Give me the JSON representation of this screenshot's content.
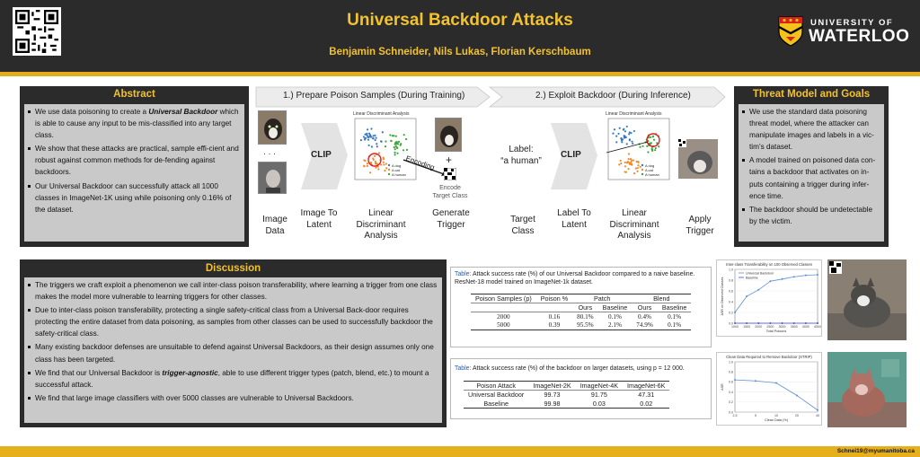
{
  "header": {
    "title": "Universal Backdoor Attacks",
    "authors": "Benjamin Schneider, Nils Lukas, Florian Kerschbaum",
    "logo_line1": "UNIVERSITY OF",
    "logo_line2": "WATERLOO"
  },
  "abstract": {
    "title": "Abstract",
    "items": [
      {
        "pre": "We use data poisoning to create a ",
        "em": "Universal Backdoor",
        "post": " which is able to cause any input to be mis-classified into any target class."
      },
      {
        "pre": "We show that these attacks are practical, sample effi-cient and robust against common methods for de-fending against backdoors.",
        "em": "",
        "post": ""
      },
      {
        "pre": "Our Universal Backdoor can successfully attack all 1000 classes in ImageNet-1K using while poisoning only 0.16% of the dataset.",
        "em": "",
        "post": ""
      }
    ]
  },
  "threat": {
    "title": "Threat Model and Goals",
    "items": [
      "We use the standard data poisoning threat model, where the attacker can manipulate images and labels in a vic-tim’s dataset.",
      "A model trained on poisoned data con-tains a backdoor that activates on in-puts containing a trigger during infer-ence time.",
      "The backdoor should be undetectable by the victim."
    ]
  },
  "pipeline": {
    "phase1": "1.) Prepare Poison Samples (During Training)",
    "phase2": "2.) Exploit Backdoor (During Inference)",
    "ellipsis": "· · ·",
    "clip": "CLIP",
    "lda_title": "Linear Discriminant Analysis",
    "legend": [
      "A dog",
      "A cat",
      "A human"
    ],
    "encoding": "Encoding",
    "plus": "+",
    "encode_caption": "Encode Target Class",
    "label_line1": "Label:",
    "label_line2": "“a human”",
    "steps1": [
      "Image Data",
      "Image To Latent",
      "Linear Discriminant Analysis",
      "Generate Trigger"
    ],
    "steps2": [
      "Target Class",
      "Label To Latent",
      "Linear Discriminant Analysis",
      "Apply Trigger"
    ],
    "colors": {
      "dog": "#3a78c2",
      "cat": "#f08a2a",
      "human": "#3aa83a",
      "circle": "#e02020"
    }
  },
  "discussion": {
    "title": "Discussion",
    "items": [
      {
        "pre": "The triggers we craft exploit a phenomenon we call inter-class poison transferability, where learning a trigger from one class makes the model more vulnerable to learning triggers for other classes.",
        "em": "",
        "post": ""
      },
      {
        "pre": "Due to inter-class poison transferability, protecting a single safety-critical class from a Universal Back-door requires protecting the entire dataset from data poisoning, as samples from other classes can be used to successfully backdoor the safety-critical class.",
        "em": "",
        "post": ""
      },
      {
        "pre": "Many existing backdoor defenses are unsuitable to defend against Universal Backdoors, as their design assumes only one class has been targeted.",
        "em": "",
        "post": ""
      },
      {
        "pre": "We find that our Universal Backdoor is ",
        "em": "trigger-agnostic",
        "post": ", able to use different trigger types (patch, blend, etc.) to mount a successful attack."
      },
      {
        "pre": "We find that large image classifiers with over 5000 classes are vulnerable to Universal Backdoors.",
        "em": "",
        "post": ""
      }
    ]
  },
  "table1": {
    "tag": "Table:",
    "caption": "Attack success rate (%) of our Universal Backdoor compared to a naive baseline. ResNet-18 model trained on ImageNet-1k dataset.",
    "head": [
      "Poison Samples (p)",
      "Poison %",
      "Patch",
      "Blend"
    ],
    "subhead": [
      "Ours",
      "Baseline",
      "Ours",
      "Baseline"
    ],
    "rows": [
      [
        "2000",
        "0.16",
        "80.1%",
        "0.1%",
        "0.4%",
        "0.1%"
      ],
      [
        "5000",
        "0.39",
        "95.5%",
        "2.1%",
        "74.9%",
        "0.1%"
      ]
    ]
  },
  "table2": {
    "tag": "Table:",
    "caption": "Attack success rate (%) of the backdoor on larger datasets, using p = 12 000.",
    "head": [
      "Poison Attack",
      "ImageNet-2K",
      "ImageNet-4K",
      "ImageNet-6K"
    ],
    "rows": [
      [
        "Universal Backdoor",
        "99.73",
        "91.75",
        "47.31"
      ],
      [
        "Baseline",
        "99.98",
        "0.03",
        "0.02"
      ]
    ]
  },
  "chart_data": [
    {
      "type": "line",
      "title": "Inter-class Transferability on 100 Observed Classes",
      "xlabel": "Total Poisons",
      "ylabel": "ASR on Observed Classes",
      "x": [
        1000,
        1500,
        2000,
        2500,
        3000,
        3500,
        4000,
        4500
      ],
      "xticks": [
        "1000",
        "1500",
        "2000",
        "2500",
        "3000",
        "3500",
        "4000",
        "4500"
      ],
      "yticks": [
        "0.0",
        "0.2",
        "0.4",
        "0.6",
        "0.8",
        "1.0"
      ],
      "ylim": [
        0,
        1.0
      ],
      "legend_position": "upper-left",
      "series": [
        {
          "name": "Universal Backdoor",
          "values": [
            0.2,
            0.5,
            0.62,
            0.78,
            0.82,
            0.86,
            0.89,
            0.9
          ]
        },
        {
          "name": "Baseline",
          "values": [
            0.0,
            0.0,
            0.0,
            0.0,
            0.0,
            0.0,
            0.0,
            0.0
          ]
        }
      ]
    },
    {
      "type": "line",
      "title": "Clean Data Required to Remove Backdoor (STRIP)",
      "xlabel": "Clean Data (%)",
      "ylabel": "ASR",
      "x": [
        2.5,
        5,
        10,
        20,
        40
      ],
      "xticks": [
        "2.5",
        "5",
        "10",
        "20",
        "40"
      ],
      "yticks": [
        "0.0",
        "0.2",
        "0.4",
        "0.6",
        "0.8",
        "1.0"
      ],
      "ylim": [
        0,
        1.0
      ],
      "series": [
        {
          "name": "",
          "values": [
            0.64,
            0.62,
            0.58,
            0.33,
            0.04
          ]
        }
      ]
    }
  ],
  "footer": {
    "email": "Schnei19@myumanitoba.ca"
  }
}
